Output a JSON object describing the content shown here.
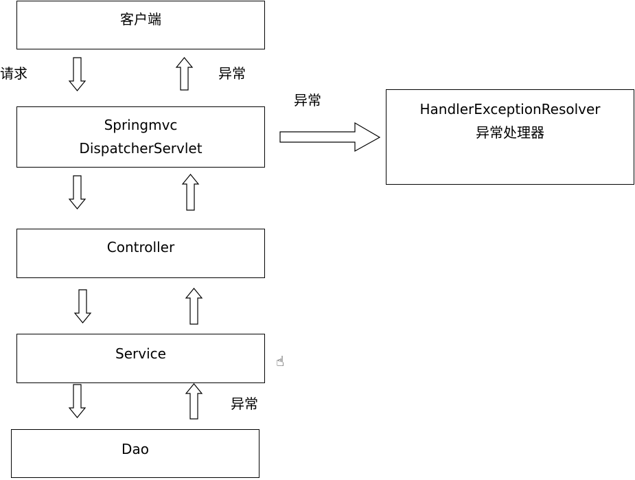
{
  "boxes": {
    "client": "客户端",
    "dispatcher_line1": "Springmvc",
    "dispatcher_line2": "DispatcherServlet",
    "controller": "Controller",
    "service": "Service",
    "dao": "Dao",
    "resolver_line1": "HandlerExceptionResolver",
    "resolver_line2": "异常处理器"
  },
  "labels": {
    "request": "请求",
    "exception_top": "异常",
    "exception_right": "异常",
    "exception_bottom": "异常"
  },
  "icons": {
    "cursor": "hand-pointer-icon"
  }
}
